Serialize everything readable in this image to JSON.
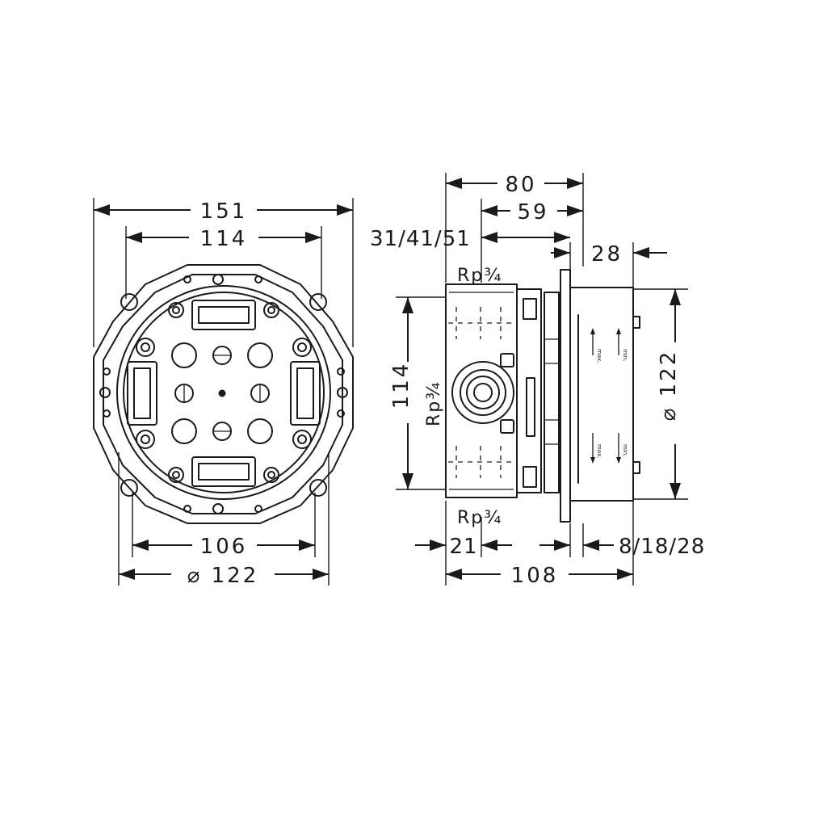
{
  "front_view": {
    "dim_overall_width": "151",
    "dim_inner_width": "114",
    "dim_bottom_width": "106",
    "dim_diameter": "⌀ 122"
  },
  "side_view": {
    "dim_top_80": "80",
    "dim_top_59": "59",
    "dim_depth_options": "31/41/51",
    "dim_28": "28",
    "dim_height_114": "114",
    "dim_diameter_122": "⌀ 122",
    "thread_top": "Rp¾",
    "thread_side": "Rp¾",
    "thread_bottom": "Rp¾",
    "dim_21": "21",
    "dim_plaster_options": "8/18/28",
    "dim_108": "108",
    "label_max_1": "max.",
    "label_min_1": "min.",
    "label_max_2": "max.",
    "label_min_2": "min."
  }
}
